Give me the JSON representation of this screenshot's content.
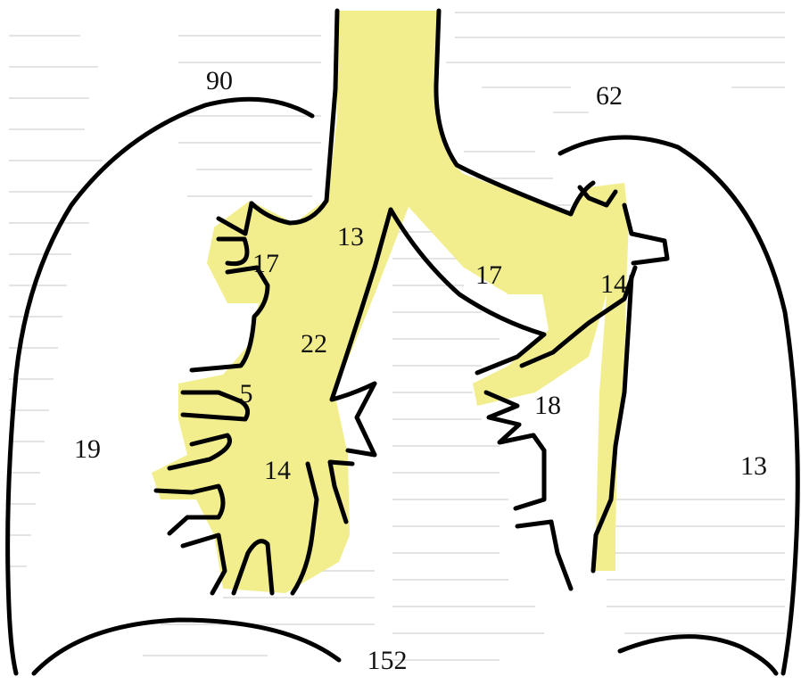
{
  "colors": {
    "airway_fill": "#f2ee8e",
    "outline": "#000000",
    "background": "#ffffff",
    "background_text": "#bdbdbd"
  },
  "labels": {
    "upper_left": "90",
    "upper_right": "62",
    "right_upper_bronchus": "17",
    "trachea": "13",
    "right_intermediate": "22",
    "right_middle": "5",
    "right_lower": "14",
    "right_lung": "19",
    "left_main": "17",
    "left_upper": "14",
    "left_lower": "18",
    "left_lung": "13",
    "bottom": "152"
  }
}
